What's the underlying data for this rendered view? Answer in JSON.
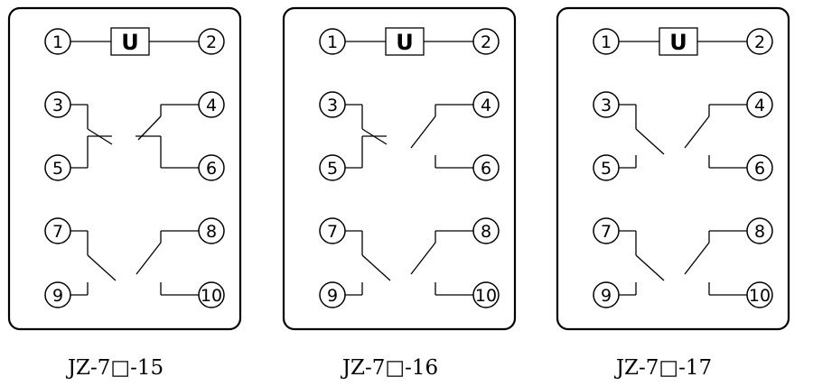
{
  "coil_label": "U",
  "pin_labels": [
    "1",
    "2",
    "3",
    "4",
    "5",
    "6",
    "7",
    "8",
    "9",
    "10"
  ],
  "diagrams": [
    {
      "model": "JZ-7□-15",
      "contacts_upper": {
        "left": "changeover",
        "right": "changeover"
      },
      "contacts_lower": {
        "left": "open",
        "right": "open"
      }
    },
    {
      "model": "JZ-7□-16",
      "contacts_upper": {
        "left": "changeover",
        "right": "open"
      },
      "contacts_lower": {
        "left": "open",
        "right": "open"
      }
    },
    {
      "model": "JZ-7□-17",
      "contacts_upper": {
        "left": "open",
        "right": "open"
      },
      "contacts_lower": {
        "left": "open",
        "right": "open"
      }
    }
  ]
}
